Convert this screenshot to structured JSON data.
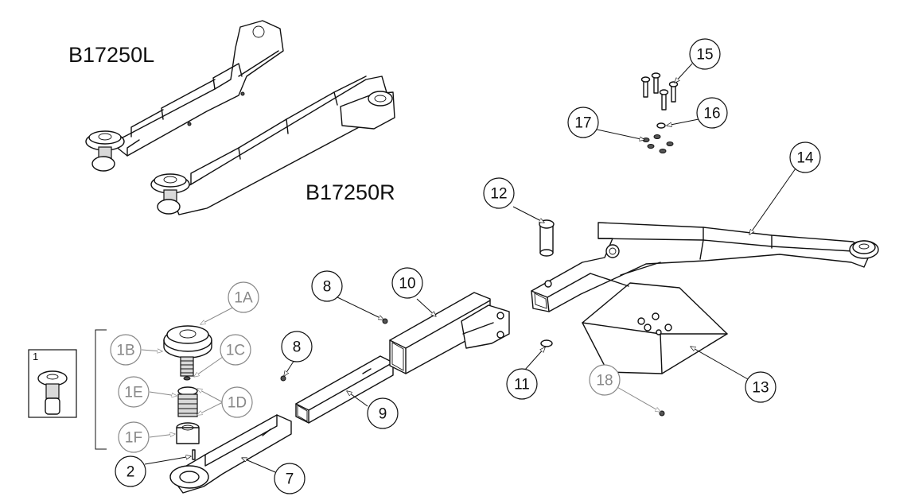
{
  "models": {
    "left": "B17250L",
    "right": "B17250R"
  },
  "group_tag": "1",
  "callouts": {
    "c1A": "1A",
    "c1B": "1B",
    "c1C": "1C",
    "c1D": "1D",
    "c1E": "1E",
    "c1F": "1F",
    "c2": "2",
    "c7": "7",
    "c8a": "8",
    "c8b": "8",
    "c9": "9",
    "c10": "10",
    "c11": "11",
    "c12": "12",
    "c13": "13",
    "c14": "14",
    "c15": "15",
    "c16": "16",
    "c17": "17",
    "c18": "18"
  }
}
